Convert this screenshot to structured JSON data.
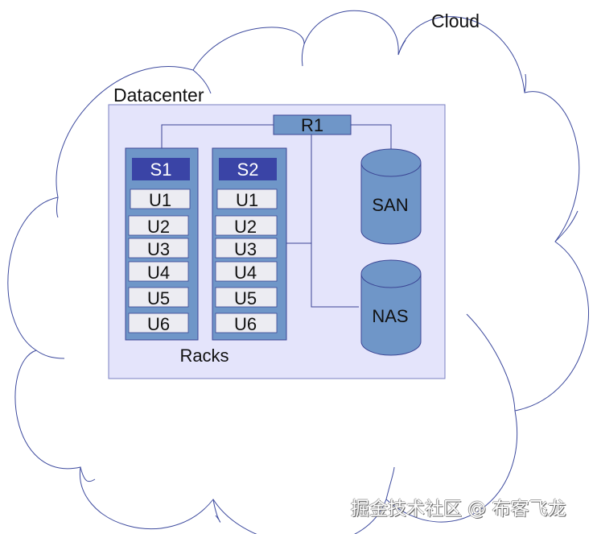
{
  "diagram": {
    "cloud": {
      "label": "Cloud"
    },
    "datacenter": {
      "label": "Datacenter"
    },
    "router": {
      "label": "R1"
    },
    "racks": {
      "label": "Racks",
      "items": [
        {
          "switch": "S1",
          "units": [
            "U1",
            "U2",
            "U3",
            "U4",
            "U5",
            "U6"
          ]
        },
        {
          "switch": "S2",
          "units": [
            "U1",
            "U2",
            "U3",
            "U4",
            "U5",
            "U6"
          ]
        }
      ]
    },
    "storage": [
      {
        "label": "SAN"
      },
      {
        "label": "NAS"
      }
    ],
    "colors": {
      "cloud_stroke": "#3d4a9e",
      "datacenter_fill": "#e4e4fb",
      "datacenter_stroke": "#7a7fc0",
      "rack_fill": "#6f96c8",
      "switch_fill": "#3a44a6",
      "unit_fill": "#ececf2",
      "line": "#3b4594"
    }
  },
  "watermark": "掘金技术社区 @ 布客飞龙"
}
